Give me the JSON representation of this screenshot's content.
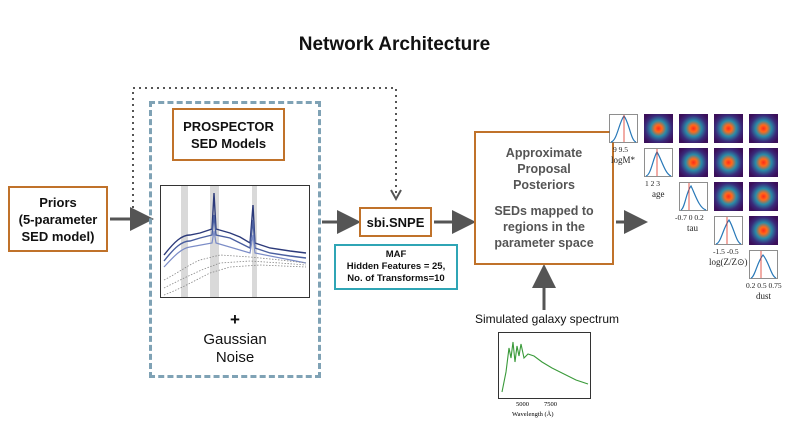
{
  "title": "Network Architecture",
  "priors": {
    "line1": "Priors",
    "line2": "(5-parameter",
    "line3": "SED model)"
  },
  "prospector": {
    "line1": "PROSPECTOR",
    "line2": "SED Models"
  },
  "noise": {
    "plus": "+",
    "line1": "Gaussian",
    "line2": "Noise"
  },
  "snpe": {
    "label": "sbi.SNPE"
  },
  "maf": {
    "line1": "MAF",
    "line2": "Hidden Features = 25,",
    "line3": "No. of Transforms=10"
  },
  "proposal": {
    "line1": "Approximate",
    "line2": "Proposal",
    "line3": "Posteriors",
    "line4": "SEDs mapped to",
    "line5": "regions in the",
    "line6": "parameter space"
  },
  "simulated": {
    "label": "Simulated galaxy spectrum",
    "ticks": [
      "5000",
      "7500"
    ],
    "xlabel": "Wavelength (Å)"
  },
  "corner": {
    "params": [
      {
        "label": "logM*",
        "ticks": "9  9.5"
      },
      {
        "label": "age",
        "ticks": "1  2  3"
      },
      {
        "label": "tau",
        "ticks": "-0.7 0 0.2"
      },
      {
        "label": "log(Z/Z⊙)",
        "ticks": "-1.5 -0.5"
      },
      {
        "label": "dust",
        "ticks": "0.2 0.5 0.75"
      }
    ]
  },
  "colors": {
    "orange": "#c0722a",
    "teal": "#2fa5b5",
    "dashed": "#7fa2b5",
    "arrow": "#555555"
  }
}
